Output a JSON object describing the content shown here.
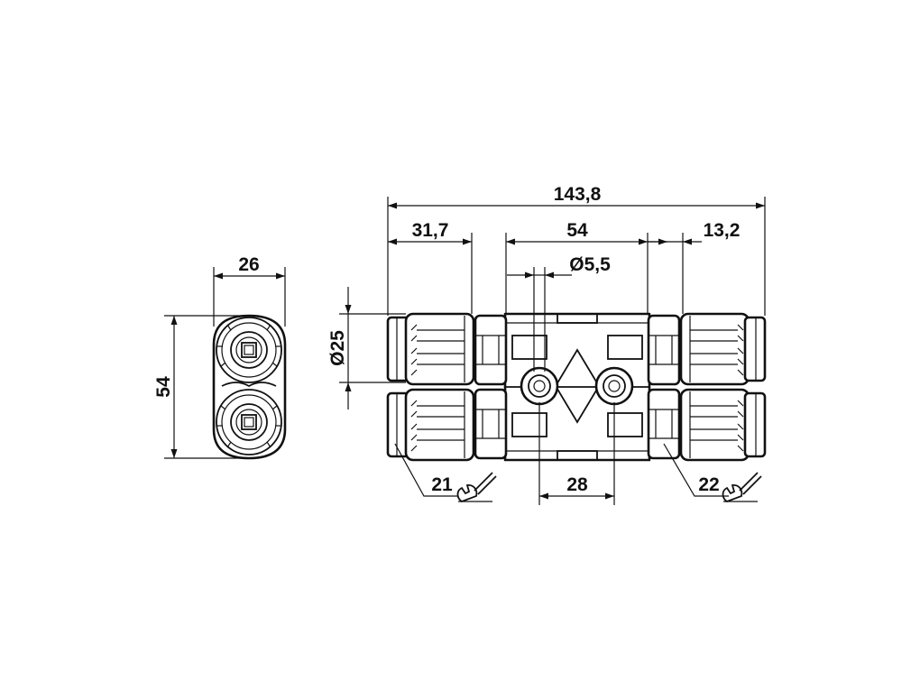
{
  "drawing": {
    "side_view": {
      "width_label": "26",
      "height_label": "54"
    },
    "front_view": {
      "overall_length_label": "143,8",
      "left_nut_label": "31,7",
      "center_label": "54",
      "right_nut_label": "13,2",
      "hole_diameter_label": "Ø5,5",
      "body_diameter_label": "Ø25",
      "hole_spacing_label": "28",
      "left_wrench_label": "21",
      "right_wrench_label": "22"
    }
  },
  "colors": {
    "line": "#111111",
    "background": "#ffffff"
  }
}
